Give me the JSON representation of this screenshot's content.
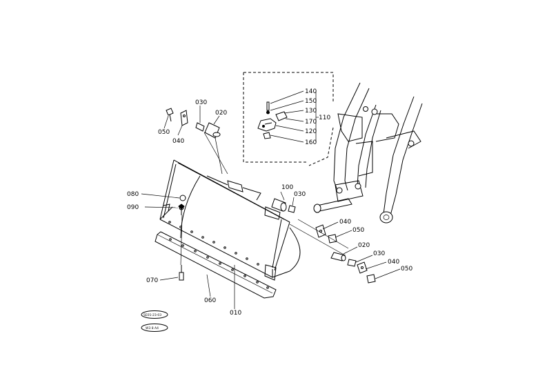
{
  "labels": {
    "p010": "010",
    "p020a": "020",
    "p020b": "020",
    "p030a": "030",
    "p030b": "030",
    "p030c": "030",
    "p040a": "040",
    "p040b": "040",
    "p040c": "040",
    "p050a": "050",
    "p050b": "050",
    "p050c": "050",
    "p060": "060",
    "p070": "070",
    "p080": "080",
    "p090": "090",
    "p100": "100",
    "p110": "110",
    "p120": "120",
    "p130": "130",
    "p140": "140",
    "p150": "150",
    "p160": "160",
    "p170": "170"
  },
  "stamps": {
    "top": "SE01-23-03",
    "bottom": "W3 8 A4"
  }
}
